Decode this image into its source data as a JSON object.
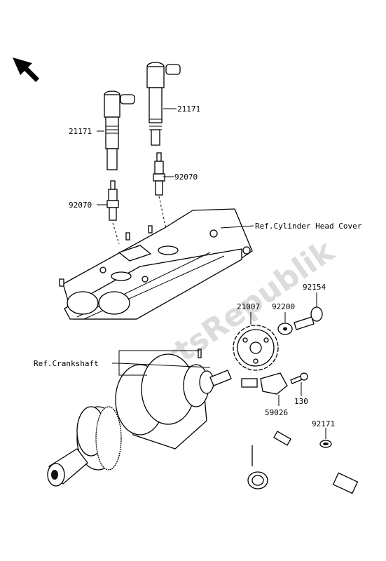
{
  "watermark": "PartsRepublik",
  "labels": {
    "coil_left": "21171",
    "coil_right": "21171",
    "plug_left": "92070",
    "plug_right": "92070",
    "ref_cover": "Ref.Cylinder Head Cover",
    "ref_crank": "Ref.Crankshaft",
    "bolt": "92154",
    "washer": "92200",
    "rotor": "21007",
    "sensor": "59026",
    "sensor_bolt": "130",
    "clamp": "92171"
  }
}
